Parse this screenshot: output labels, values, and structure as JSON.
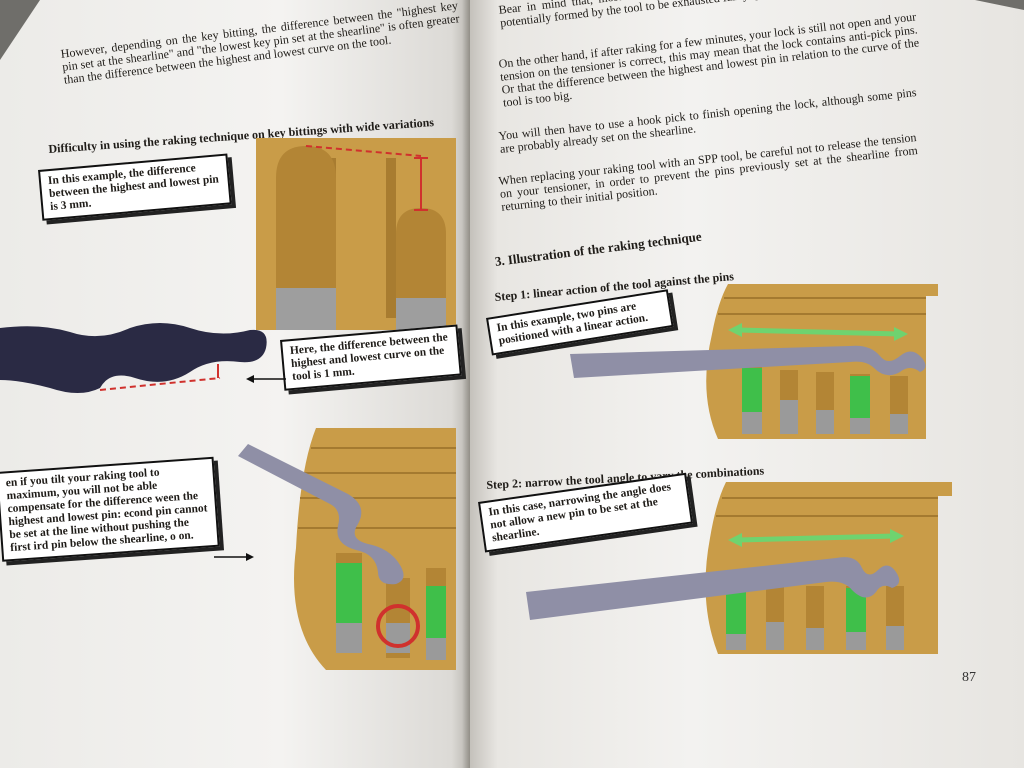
{
  "book": {
    "left_page": {
      "intro": "However, depending on the key bitting, the difference between the \"highest key pin set at the shearline\" and \"the lowest key pin set at the shearline\" is often greater than the difference between the highest and lowest curve on the tool.",
      "heading": "Difficulty in using the raking technique on key bittings with wide variations",
      "callout_1": "In this example, the difference between the highest and lowest pin is 3 mm.",
      "callout_2": "Here, the difference between the highest and lowest curve on the tool is 1 mm.",
      "callout_3": "en if you tilt your raking tool to maximum, you will not be able compensate for the difference ween the highest and lowest pin: econd pin cannot be set at the line without pushing the first ird pin below the shearline, o on."
    },
    "right_page": {
      "para_1": "Bear in mind that, most of the time, the raking technique allows the key bittings potentially formed by the tool to be exhausted fairly quickly.",
      "para_2": "On the other hand, if after raking for a few minutes, your lock is still not open and your tension on the tensioner is correct, this may mean that the lock contains anti-pick pins. Or that the difference between the highest and lowest pin in relation to the curve of the tool is too big.",
      "para_3": "You will then have to use a hook pick to finish opening the lock, although some pins are probably already set on the shearline.",
      "para_4": "When replacing your raking tool with an SPP tool, be careful not to release the tension on your tensioner, in order to prevent the pins previously set at the shearline from returning to their initial position.",
      "section": "3.  Illustration of the raking technique",
      "step_1": "Step 1: linear action of the tool against the pins",
      "callout_step_1": "In this example, two pins are positioned with a linear action.",
      "step_2": "Step 2: narrow the tool angle to vary the combinations",
      "callout_step_2": "In this case, narrowing the angle does not allow a new pin to be set at the shearline.",
      "page_number": "87"
    }
  },
  "colors": {
    "brass": "#c79a45",
    "brass_dark": "#8a6524",
    "pin_green": "#3fbf4a",
    "pin_gray": "#9a9a9a",
    "tool_blue_gray": "#8f8fa6",
    "key_navy": "#2a2a44",
    "arrow_green": "#6fd36f",
    "marker_red": "#d0312d"
  }
}
